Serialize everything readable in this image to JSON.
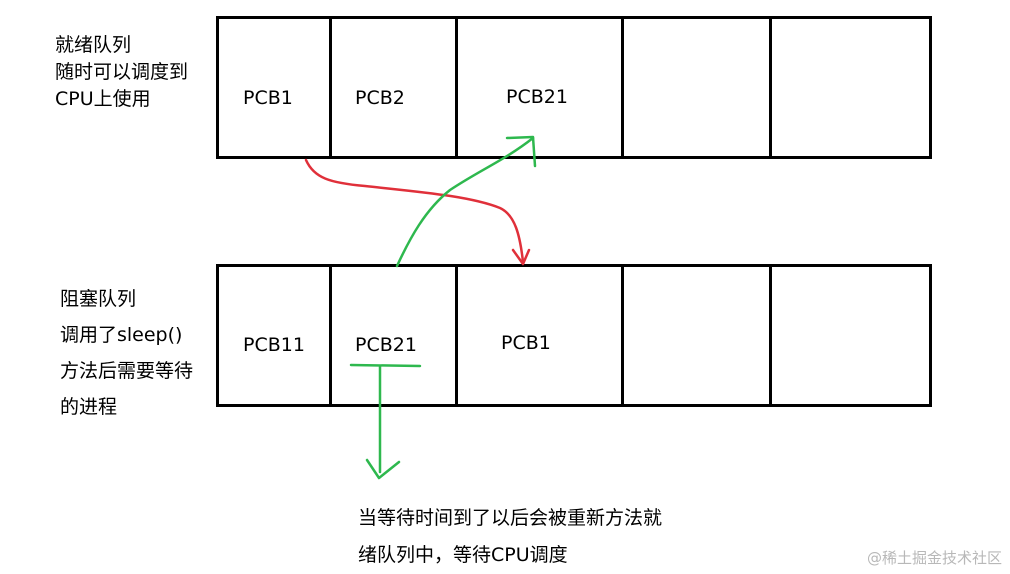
{
  "ready_queue": {
    "label_lines": [
      "就绪队列",
      "随时可以调度到",
      "CPU上使用"
    ],
    "cells": [
      "PCB1",
      "PCB2",
      "PCB21",
      "",
      ""
    ]
  },
  "blocked_queue": {
    "label_lines": [
      "阻塞队列",
      "调用了sleep()",
      "方法后需要等待",
      "的进程"
    ],
    "cells": [
      "PCB11",
      "PCB21",
      "PCB1",
      "",
      ""
    ]
  },
  "note": {
    "lines": [
      "当等待时间到了以后会被重新方法就",
      "绪队列中，等待CPU调度"
    ]
  },
  "watermark": "@稀土掘金技术社区",
  "colors": {
    "red_arrow": "#e0303a",
    "green_arrow": "#2eb84e",
    "border": "#000000"
  }
}
